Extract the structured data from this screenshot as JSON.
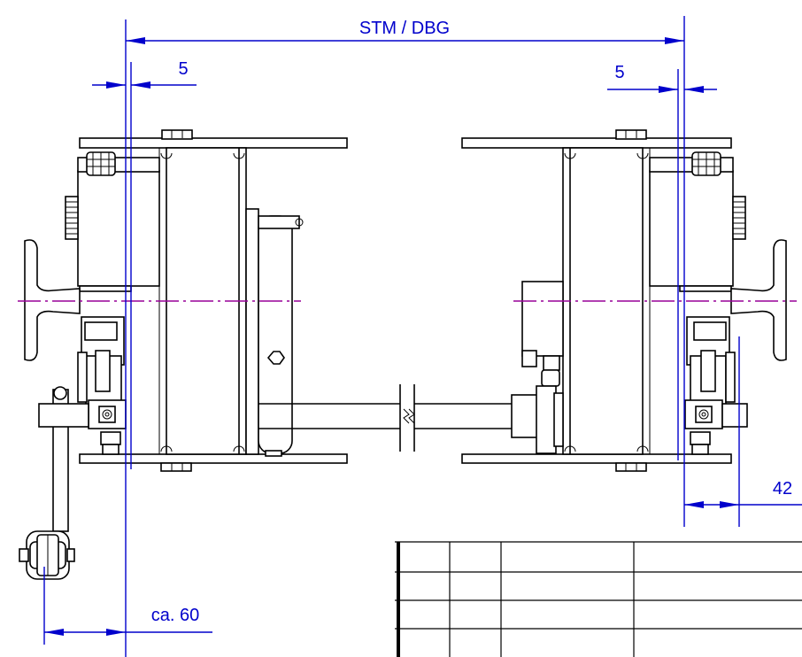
{
  "dimensions": {
    "overall_label": "STM / DBG",
    "left_offset_label": "5",
    "right_offset_label": "5",
    "right_projection_label": "42",
    "crank_reach_label": "ca. 60"
  },
  "colors": {
    "dimension": "#0000cc",
    "centerline": "#990099",
    "outline": "#000000"
  },
  "title_block": {
    "rows": 4,
    "columns": 4
  }
}
